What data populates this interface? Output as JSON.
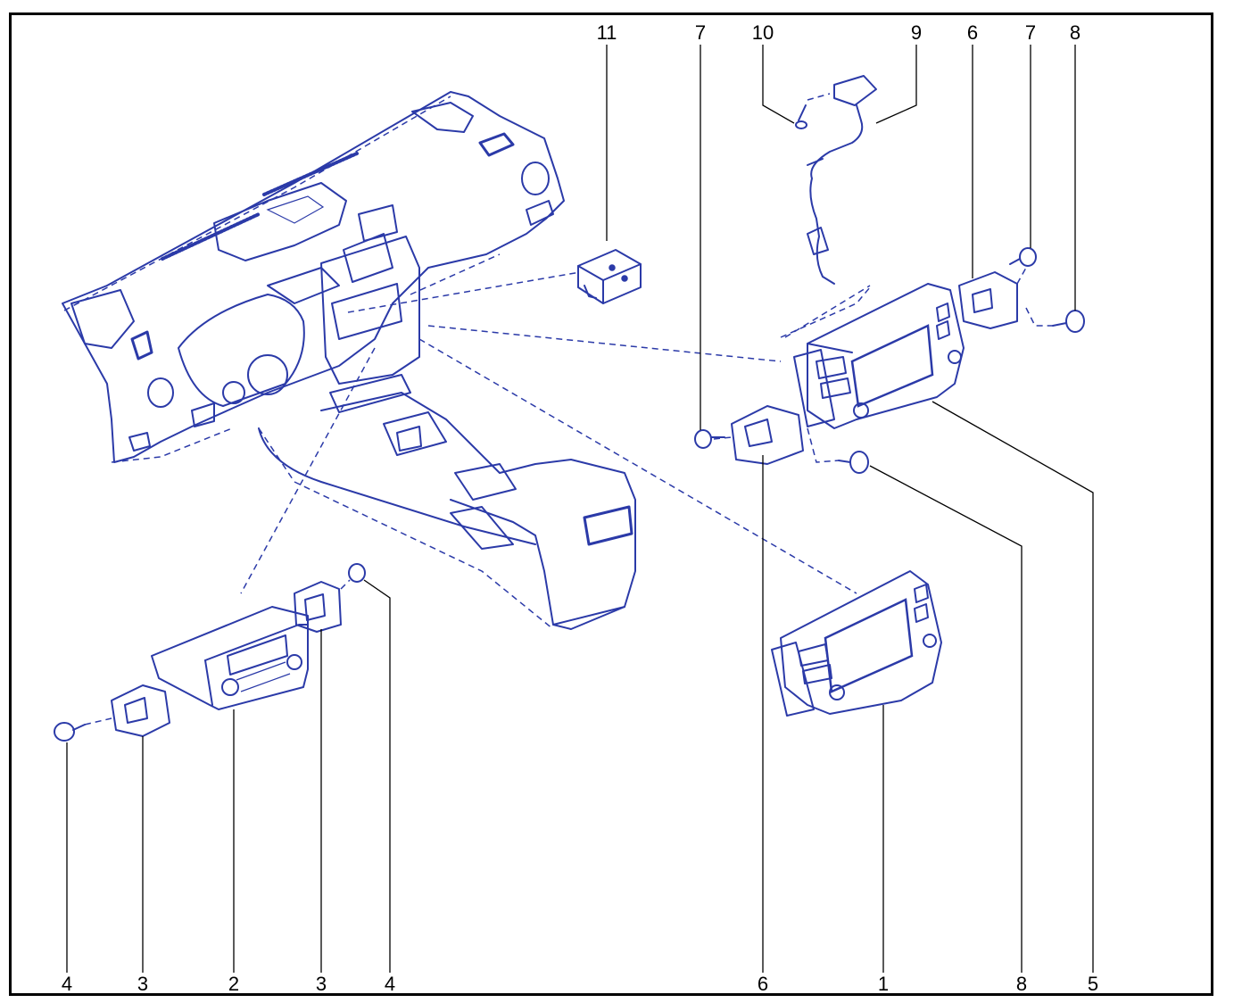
{
  "callouts": {
    "top": [
      {
        "id": "c11",
        "label": "11"
      },
      {
        "id": "c7a",
        "label": "7"
      },
      {
        "id": "c10",
        "label": "10"
      },
      {
        "id": "c9",
        "label": "9"
      },
      {
        "id": "c6a",
        "label": "6"
      },
      {
        "id": "c7b",
        "label": "7"
      },
      {
        "id": "c8a",
        "label": "8"
      }
    ],
    "bottom": [
      {
        "id": "c4a",
        "label": "4"
      },
      {
        "id": "c3a",
        "label": "3"
      },
      {
        "id": "c2",
        "label": "2"
      },
      {
        "id": "c3b",
        "label": "3"
      },
      {
        "id": "c4b",
        "label": "4"
      },
      {
        "id": "c6b",
        "label": "6"
      },
      {
        "id": "c1",
        "label": "1"
      },
      {
        "id": "c8b",
        "label": "8"
      },
      {
        "id": "c5",
        "label": "5"
      }
    ]
  },
  "colors": {
    "line": "#2b3aa8",
    "leader": "#000000",
    "frame": "#000000"
  }
}
